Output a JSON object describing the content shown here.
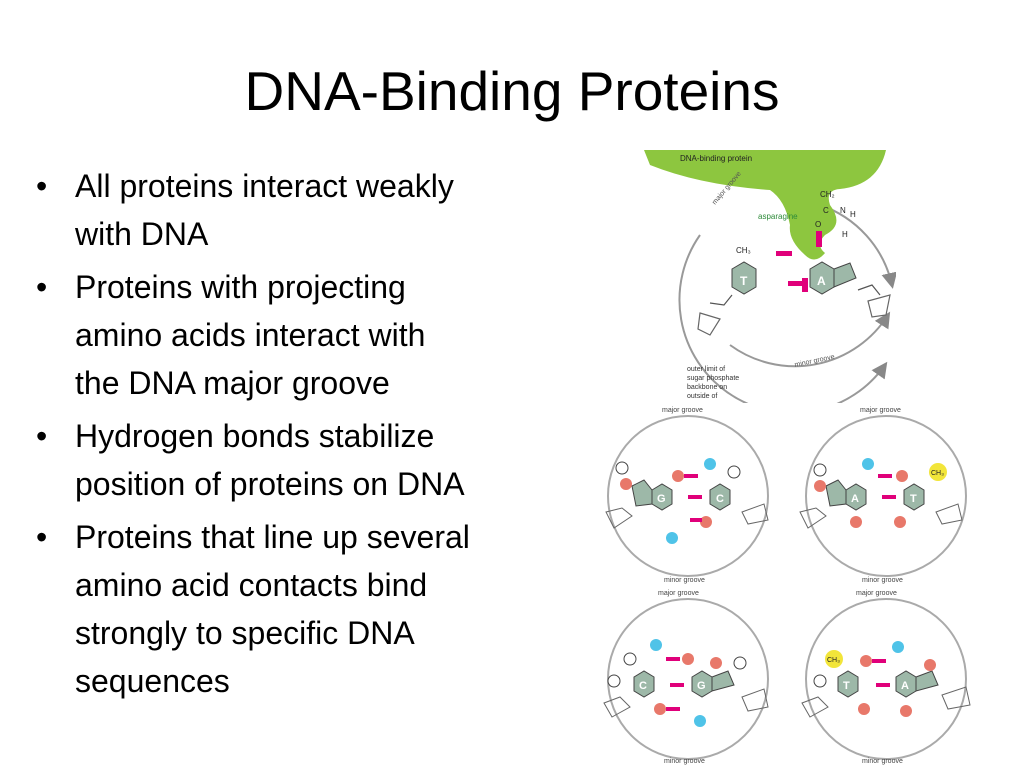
{
  "slide": {
    "title": "DNA-Binding Proteins",
    "bullet_glyph": "•",
    "bullets": [
      {
        "lines": [
          "All proteins interact weakly",
          "with DNA"
        ]
      },
      {
        "lines": [
          "Proteins with projecting",
          "amino acids interact with",
          "the DNA major groove"
        ]
      },
      {
        "lines": [
          "Hydrogen bonds stabilize",
          "position of proteins on DNA"
        ]
      },
      {
        "lines": [
          "Proteins that line up several",
          "amino acid contacts bind",
          "strongly to specific DNA",
          "sequences"
        ]
      }
    ]
  },
  "figure_top": {
    "protein_label": "DNA-binding protein",
    "major_groove": "major groove",
    "minor_groove": "minor groove",
    "residue_label": "asparagine",
    "residue_ch2": "CH₂",
    "residue_c": "C",
    "residue_o": "O",
    "residue_n": "N",
    "residue_h1": "H",
    "residue_h2": "H",
    "base_left": "T",
    "base_right": "A",
    "methyl": "CH₃",
    "note_lines": [
      "outer limit of",
      "sugar phosphate",
      "backbone on",
      "outside of"
    ],
    "colors": {
      "protein": "#8dc63f",
      "bond": "#e0007a",
      "base": "#9db8a8"
    }
  },
  "panels": [
    {
      "name": "panel-gc",
      "left": "G",
      "right": "C",
      "major": "major groove",
      "minor": "minor groove"
    },
    {
      "name": "panel-at",
      "left": "A",
      "right": "T",
      "major": "major groove",
      "minor": "minor groove",
      "methyl": "CH₃"
    },
    {
      "name": "panel-cg",
      "left": "C",
      "right": "G",
      "major": "major groove",
      "minor": "minor groove"
    },
    {
      "name": "panel-ta",
      "left": "T",
      "right": "A",
      "major": "major groove",
      "minor": "minor groove",
      "methyl": "CH₃"
    }
  ],
  "atom_colors": {
    "acceptor": "#e8786a",
    "donor": "#4fc3e8",
    "methyl": "#f2e53a",
    "hydrogen": "#ffffff"
  }
}
